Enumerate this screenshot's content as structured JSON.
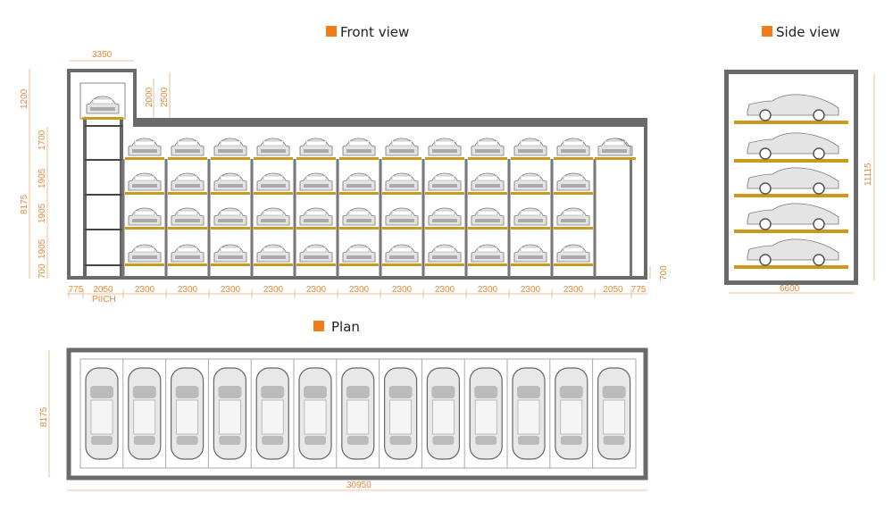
{
  "titles": {
    "front": "Front view",
    "side": "Side view",
    "plan": "Plan"
  },
  "colors": {
    "accent": "#f07c1c",
    "dimension": "#e0893a",
    "wall": "#6a6a6a",
    "platform": "#c99a1e"
  },
  "front_view": {
    "dims_top": {
      "tower_width": "3350",
      "tower_inner": "2000",
      "tower_outer": "2500"
    },
    "dims_left": {
      "top": "1200",
      "total": "8175",
      "rows": [
        "1700",
        "1905",
        "1905",
        "1905",
        "700"
      ]
    },
    "dims_bottom": [
      "775",
      "2050",
      "2300",
      "2300",
      "2300",
      "2300",
      "2300",
      "2300",
      "2300",
      "2300",
      "2300",
      "2300",
      "2300",
      "2050",
      "775"
    ],
    "pitch_label": "PIICH",
    "dim_right": "700"
  },
  "side_view": {
    "width": "6600",
    "height": "11115"
  },
  "plan": {
    "width": "30950",
    "depth": "8175"
  }
}
